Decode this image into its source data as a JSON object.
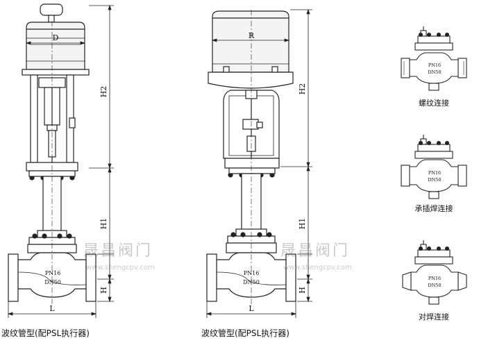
{
  "figures": [
    {
      "caption": "波纹管型(配PSL执行器)",
      "top_dim": "D",
      "dim_upper": "H2",
      "dim_lower": "H1",
      "dim_base": "H",
      "dim_length": "L",
      "pn_label": "PN16",
      "dn_label": "DN50"
    },
    {
      "caption": "波纹管型(配PSL执行器)",
      "top_dim": "R",
      "dim_upper": "H2",
      "dim_lower": "H1",
      "dim_base": "H",
      "dim_length": "L",
      "pn_label": "PN16",
      "dn_label": "DN50"
    }
  ],
  "connections": [
    {
      "label": "螺纹连接",
      "pn_label": "PN16",
      "dn_label": "DN50"
    },
    {
      "label": "承插焊连接",
      "pn_label": "PN16",
      "dn_label": "DN50"
    },
    {
      "label": "对焊连接",
      "pn_label": "PN16",
      "dn_label": "DN50"
    }
  ],
  "watermark": {
    "brand": "晟昌阀门",
    "url": "www.shengcpv.com"
  }
}
